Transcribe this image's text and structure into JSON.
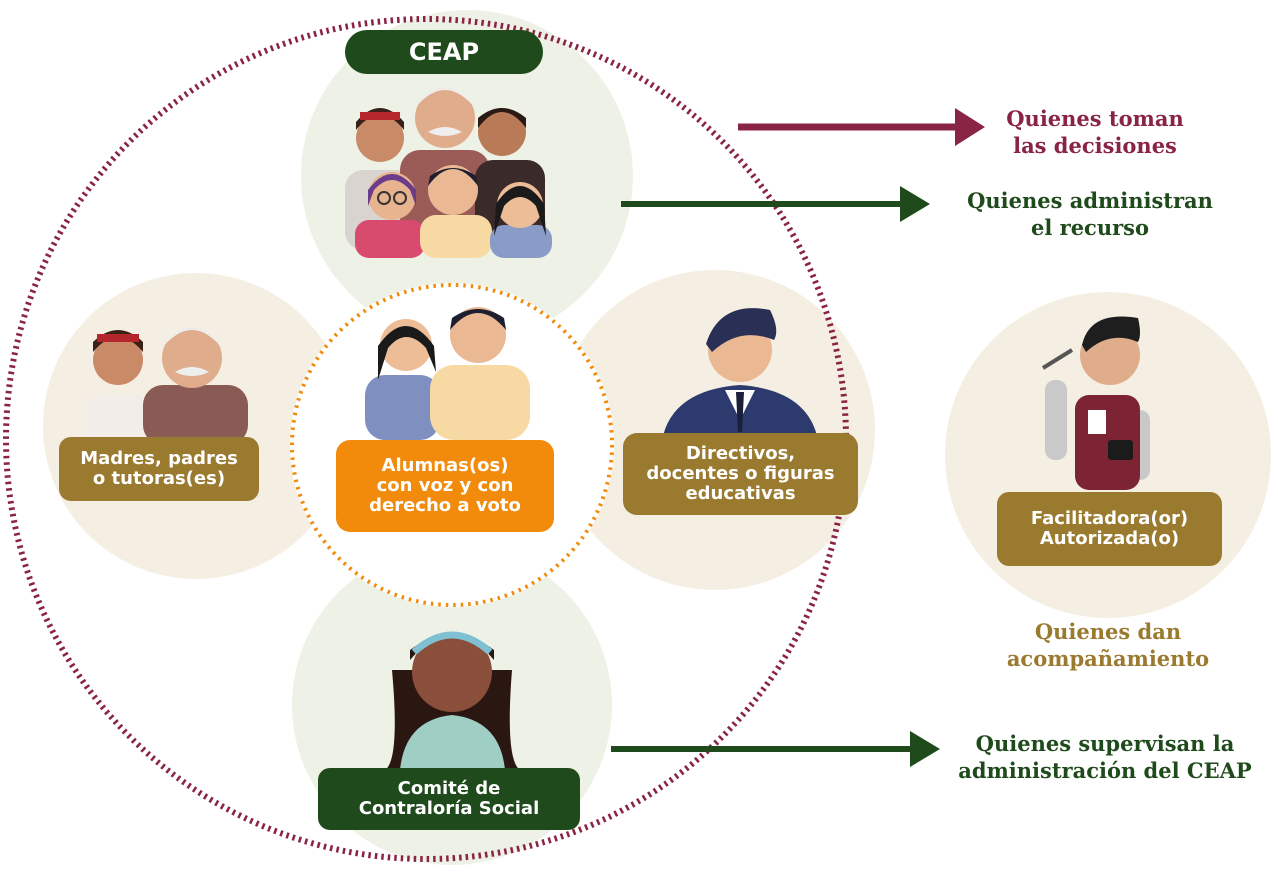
{
  "colors": {
    "maroon": "#8a2445",
    "green": "#1f4a1c",
    "gold": "#9a7a2f",
    "orange": "#f28b0c",
    "circle_green": "#eef2e6",
    "circle_beige": "#f5efe3"
  },
  "ceap": {
    "title": "CEAP"
  },
  "groups": {
    "parents": "Madres, padres\no tutoras(es)",
    "students": "Alumnas(os)\ncon voz y con\nderecho a voto",
    "staff": "Directivos,\ndocentes o figuras\neducativas",
    "committee": "Comité de\nContraloría Social",
    "facilitator": "Facilitadora(or)\nAutorizada(o)"
  },
  "roles": {
    "decide": "Quienes toman\nlas decisiones",
    "administer": "Quienes administran\nel recurso",
    "accompany": "Quienes dan\nacompañamiento",
    "supervise": "Quienes supervisan la\nadministración del CEAP"
  },
  "icons": [
    "people-group-icon",
    "parents-icon",
    "students-icon",
    "teacher-icon",
    "facilitator-icon",
    "girl-icon",
    "arrow-right-icon"
  ]
}
